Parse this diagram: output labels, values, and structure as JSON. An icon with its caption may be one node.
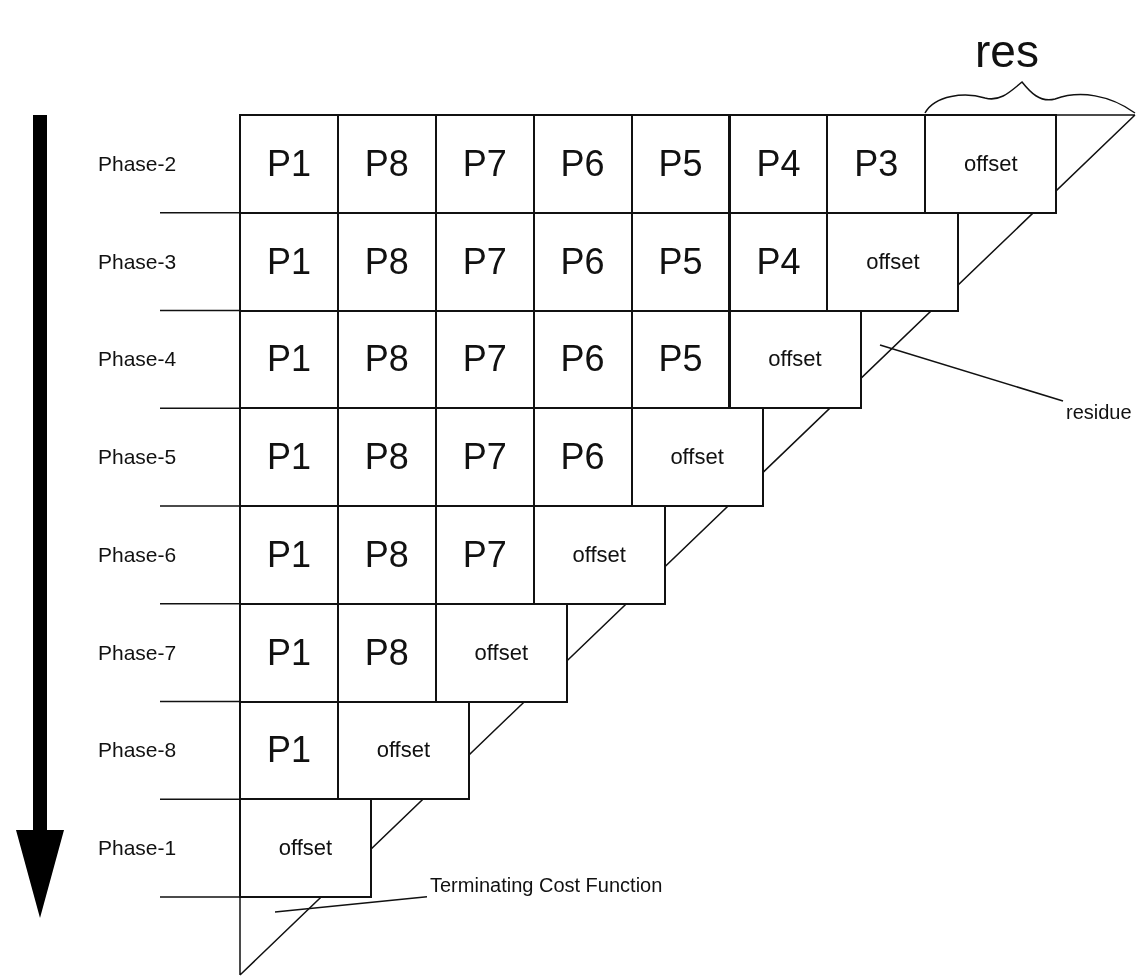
{
  "diagram": {
    "nodes": [
      {
        "text": [
          "P1"
        ]
      },
      {
        "text": [
          "P8"
        ]
      },
      {
        "text": [
          "P7"
        ]
      },
      {
        "text": [
          "P6"
        ]
      },
      {
        "text": [
          "P5"
        ]
      },
      {
        "text": [
          "P4"
        ]
      },
      {
        "text": [
          "P3"
        ]
      },
      {
        "text": [
          "offset"
        ]
      },
      {
        "text": [
          "P1"
        ]
      },
      {
        "text": [
          "P8"
        ]
      },
      {
        "text": [
          "P7"
        ]
      },
      {
        "text": [
          "P6"
        ]
      },
      {
        "text": [
          "P5"
        ]
      },
      {
        "text": [
          "P4"
        ]
      },
      {
        "text": [
          "offset"
        ]
      },
      {
        "text": [
          "P1"
        ]
      },
      {
        "text": [
          "P8"
        ]
      },
      {
        "text": [
          "P7"
        ]
      },
      {
        "text": [
          "P6"
        ]
      },
      {
        "text": [
          "P5"
        ]
      },
      {
        "text": [
          "offset"
        ]
      },
      {
        "text": [
          "P1"
        ]
      },
      {
        "text": [
          "P8"
        ]
      },
      {
        "text": [
          "P7"
        ]
      },
      {
        "text": [
          "P6"
        ]
      },
      {
        "text": [
          "offset"
        ]
      },
      {
        "text": [
          "P1"
        ]
      },
      {
        "text": [
          "P8"
        ]
      },
      {
        "text": [
          "P7"
        ]
      },
      {
        "text": [
          "offset"
        ]
      },
      {
        "text": [
          "P1"
        ]
      },
      {
        "text": [
          "P8"
        ]
      },
      {
        "text": [
          "offset"
        ]
      },
      {
        "text": [
          "P1"
        ]
      },
      {
        "text": [
          "offset"
        ]
      },
      {
        "text": [
          "offset"
        ]
      },
      {
        "text": [
          "residue"
        ]
      },
      {
        "text": [
          "Terminating Cost Function"
        ]
      }
    ],
    "edges": [
      {
        "from": 36,
        "to": null,
        "arrow": "none"
      },
      {
        "from": 37,
        "to": null,
        "arrow": "none"
      }
    ],
    "labels": [
      "res",
      "Phase-2",
      "Phase-3",
      "Phase-4",
      "Phase-5",
      "Phase-6",
      "Phase-7",
      "Phase-8",
      "Phase-1"
    ]
  }
}
